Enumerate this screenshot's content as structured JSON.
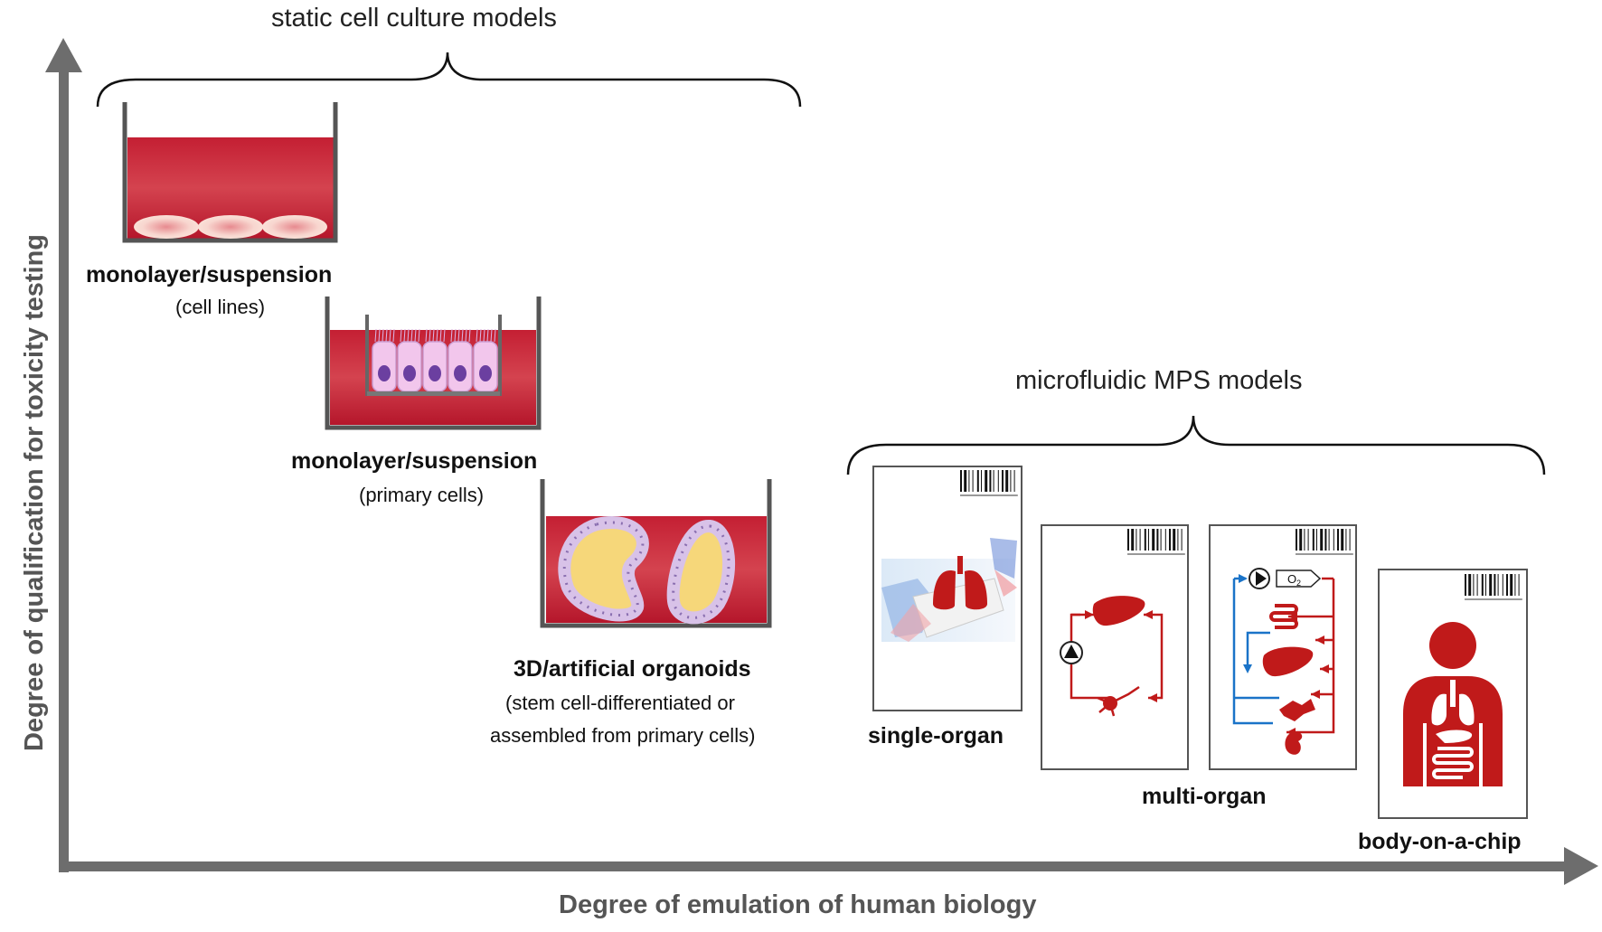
{
  "axes": {
    "y_label": "Degree of qualification for toxicity testing",
    "x_label": "Degree of emulation of human biology"
  },
  "groups": {
    "static_title": "static cell culture models",
    "mps_title": "microfluidic MPS models"
  },
  "models": {
    "cell_lines": {
      "title": "monolayer/suspension",
      "subtitle": "(cell lines)"
    },
    "primary_cells": {
      "title": "monolayer/suspension",
      "subtitle": "(primary cells)"
    },
    "organoids": {
      "title": "3D/artificial organoids",
      "subtitle_line1": "(stem cell-differentiated or",
      "subtitle_line2": "assembled from primary cells)"
    },
    "single_organ": {
      "title": "single-organ"
    },
    "multi_organ": {
      "title": "multi-organ"
    },
    "body_on_chip": {
      "title": "body-on-a-chip"
    }
  },
  "chip_labels": {
    "oxygen": "O",
    "oxygen_sub": "2"
  },
  "colors": {
    "medium": "#b7162c",
    "organ_red": "#c01a1a",
    "axis_gray": "#6d6d6d",
    "organoid_fill": "#f6d77a",
    "organoid_ring": "#d8c2e8",
    "blue_flow": "#1a73c8"
  }
}
